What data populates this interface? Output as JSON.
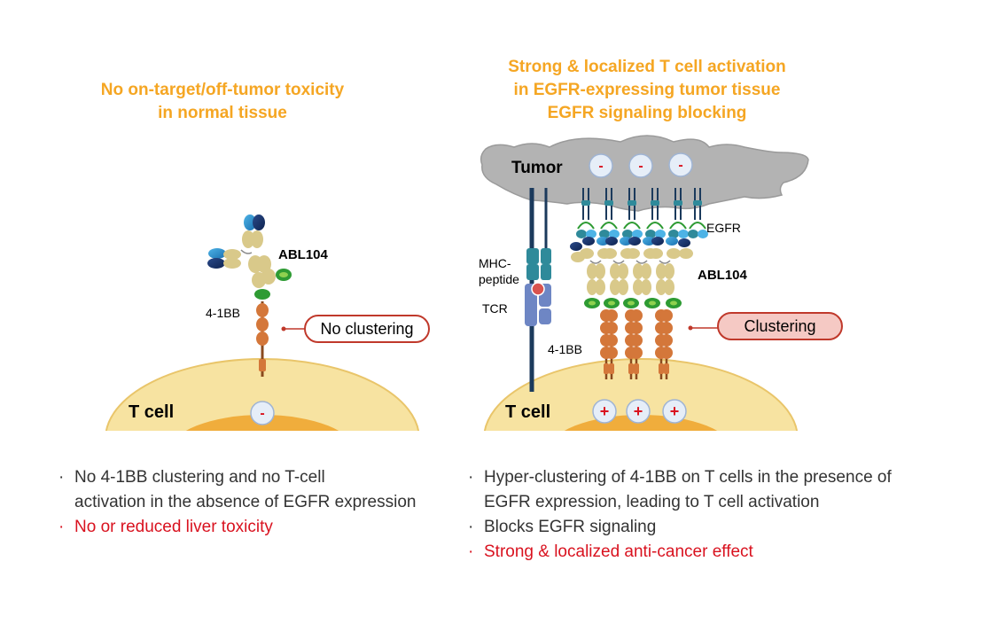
{
  "left": {
    "title_lines": [
      "No on-target/off-tumor toxicity",
      "in normal tissue"
    ],
    "labels": {
      "antibody": "ABL104",
      "receptor": "4-1BB",
      "callout": "No clustering",
      "cell": "T cell",
      "charge": "-"
    },
    "bullets": [
      {
        "lines": [
          "No 4-1BB clustering and no T-cell",
          "activation in the absence of EGFR expression"
        ],
        "red": false
      },
      {
        "lines": [
          "No or reduced liver toxicity"
        ],
        "red": true
      }
    ]
  },
  "right": {
    "title_lines": [
      "Strong & localized T cell activation",
      "in EGFR-expressing tumor tissue",
      "EGFR signaling blocking"
    ],
    "labels": {
      "tumor": "Tumor",
      "tumor_charges": [
        "-",
        "-",
        "-"
      ],
      "egfr": "EGFR",
      "antibody": "ABL104",
      "mhc_line1": "MHC-",
      "mhc_line2": "peptide",
      "tcr": "TCR",
      "receptor": "4-1BB",
      "callout": "Clustering",
      "cell": "T cell",
      "cell_charges": [
        "+",
        "+",
        "+"
      ]
    },
    "bullets": [
      {
        "lines": [
          "Hyper-clustering of 4-1BB  on T cells in the presence of",
          "EGFR expression, leading to T cell activation"
        ],
        "red": false
      },
      {
        "lines": [
          "Blocks EGFR signaling"
        ],
        "red": false
      },
      {
        "lines": [
          "Strong & localized anti-cancer effect"
        ],
        "red": true
      }
    ]
  },
  "bullet_marker": "·",
  "colors": {
    "title_orange": "#f5a623",
    "highlight_red": "#d9121f",
    "cell_yellow": "#f7e3a1",
    "nucleus_orange": "#f0ad3c",
    "tumor_gray": "#b3b3b3",
    "receptor_brown": "#d4773a",
    "antibody_tan": "#d9c98a",
    "egfr_teal": "#2f8a9a",
    "tcr_blue": "#6e86c4",
    "callout_fill_right": "#f5c9c4"
  }
}
